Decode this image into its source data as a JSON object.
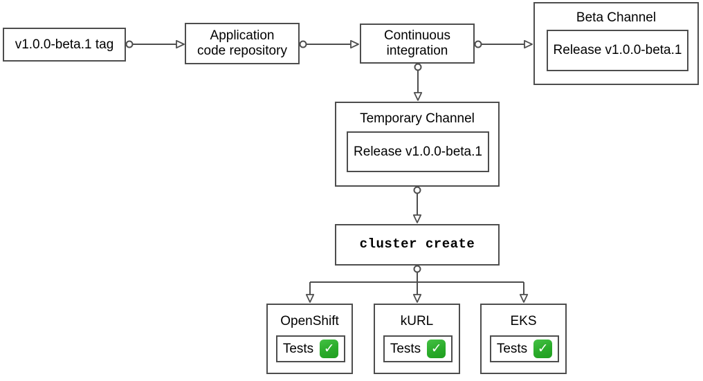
{
  "diagram_type": "flowchart",
  "nodes": {
    "tag": {
      "label": "v1.0.0-beta.1 tag"
    },
    "app_repo": {
      "label": "Application code repository"
    },
    "ci": {
      "label": "Continuous integration"
    },
    "beta_channel": {
      "title": "Beta Channel",
      "release_label": "Release v1.0.0-beta.1"
    },
    "temporary_channel": {
      "title": "Temporary Channel",
      "release_label": "Release v1.0.0-beta.1"
    },
    "cluster_create": {
      "label": "cluster create",
      "text_style": "monospace-bold"
    },
    "clusters": [
      {
        "title": "OpenShift",
        "tests_label": "Tests",
        "status": "passed",
        "status_icon": "check-mark-button"
      },
      {
        "title": "kURL",
        "tests_label": "Tests",
        "status": "passed",
        "status_icon": "check-mark-button"
      },
      {
        "title": "EKS",
        "tests_label": "Tests",
        "status": "passed",
        "status_icon": "check-mark-button"
      }
    ]
  },
  "edges": [
    {
      "from": "tag",
      "to": "app_repo"
    },
    {
      "from": "app_repo",
      "to": "ci"
    },
    {
      "from": "ci",
      "to": "beta_channel"
    },
    {
      "from": "ci",
      "to": "temporary_channel"
    },
    {
      "from": "temporary_channel",
      "to": "cluster_create"
    },
    {
      "from": "cluster_create",
      "to": "openshift"
    },
    {
      "from": "cluster_create",
      "to": "kurl"
    },
    {
      "from": "cluster_create",
      "to": "eks"
    }
  ],
  "icons": {
    "check_glyph": "✓"
  },
  "colors": {
    "border": "#4d4d4d",
    "edge": "#4d4d4d",
    "background": "#ffffff",
    "text": "#000000",
    "check_green": "#2aab2a",
    "check_mark": "#ffffff"
  }
}
